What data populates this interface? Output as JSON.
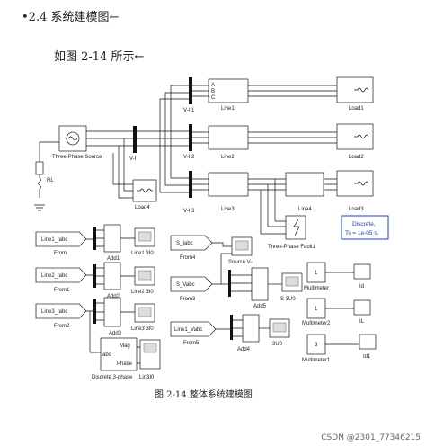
{
  "header": {
    "section": "•2.4 系统建模图←",
    "intro": "如图 2-14 所示←"
  },
  "figure": {
    "caption": "图 2-14 整体系统建模图",
    "watermark": "CSDN @2301_77346215",
    "blocks": {
      "source": "Three-Phase Source",
      "rl": "RL",
      "vi": "V-I",
      "vi1": "V-I 1",
      "vi2": "V-I 2",
      "vi3": "V-I 3",
      "line1": "Line1",
      "line2": "Line2",
      "line3": "Line3",
      "line4": "Line4",
      "load1": "Load1",
      "load2": "Load2",
      "load3": "Load3",
      "load4": "Load4",
      "fault": "Three-Phase Fault1",
      "discrete": "Discrete,",
      "ts": "Ts = 1e-05 s.",
      "from_line1": "Line1_Iabc",
      "from": "From",
      "from_line2": "Line2_Iabc",
      "from1": "From1",
      "from_line3": "Line3_Iabc",
      "from2": "From2",
      "from_s_iabc": "S_Iabc",
      "from4": "From4",
      "from_s_vabc": "S_Vabc",
      "from3": "From3",
      "from_line1_vabc": "Line1_Vabc",
      "from5": "From5",
      "add1": "Add1",
      "add2": "Add2",
      "add3": "Add3",
      "add4": "Add4",
      "add5": "Add5",
      "scope_line1": "Line1 3I0",
      "scope_line2": "Line2 3I0",
      "scope_line3": "Line3 3I0",
      "scope_source": "Source V-I",
      "scope_s3u0": "S 3U0",
      "scope_3u0": "3U0",
      "multimeter": "Multimeter",
      "multimeter1": "Multimeter1",
      "multimeter2": "Multimeter2",
      "mm_val1": "1",
      "mm_val2": "1",
      "mm_val3": "3",
      "out_id": "Id",
      "out_il": "IL",
      "out_id1": "Id1",
      "discrete3": "Discrete 3-phase",
      "mag": "Mag",
      "phase": "Phase",
      "abc": "abc",
      "scope_line3i0b": "Lin3I0"
    }
  }
}
